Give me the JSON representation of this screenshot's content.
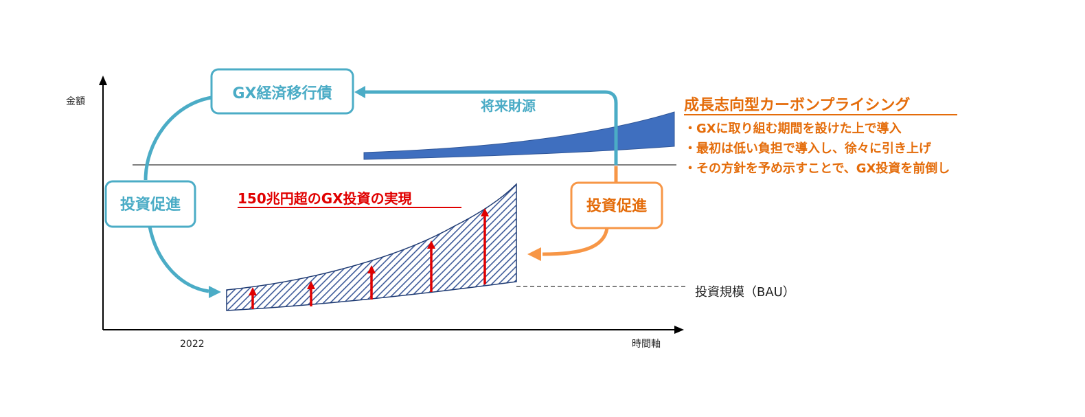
{
  "axes": {
    "y_label": "金額",
    "x_label": "時間軸",
    "x_tick": "2022"
  },
  "boxes": {
    "gx_bond": "GX経済移行債",
    "promote_left": "投資促進",
    "promote_right": "投資促進"
  },
  "labels": {
    "future_revenue": "将来財源",
    "gx_investment": "150兆円超のGX投資の実現",
    "bau": "投資規模（BAU）"
  },
  "carbon_pricing": {
    "title": "成長志向型カーボンプライシング",
    "bullets": [
      "・GXに取り組む期間を設けた上で導入",
      "・最初は低い負担で導入し、徐々に引き上げ",
      "・その方針を予め示すことで、GX投資を前倒し"
    ]
  },
  "colors": {
    "teal": "#4bacc6",
    "orange": "#f79646",
    "orange_text": "#e46c0a",
    "red": "#e00000",
    "blue_wedge": "#3f6fbf",
    "hatch_blue": "#3d5a99"
  }
}
